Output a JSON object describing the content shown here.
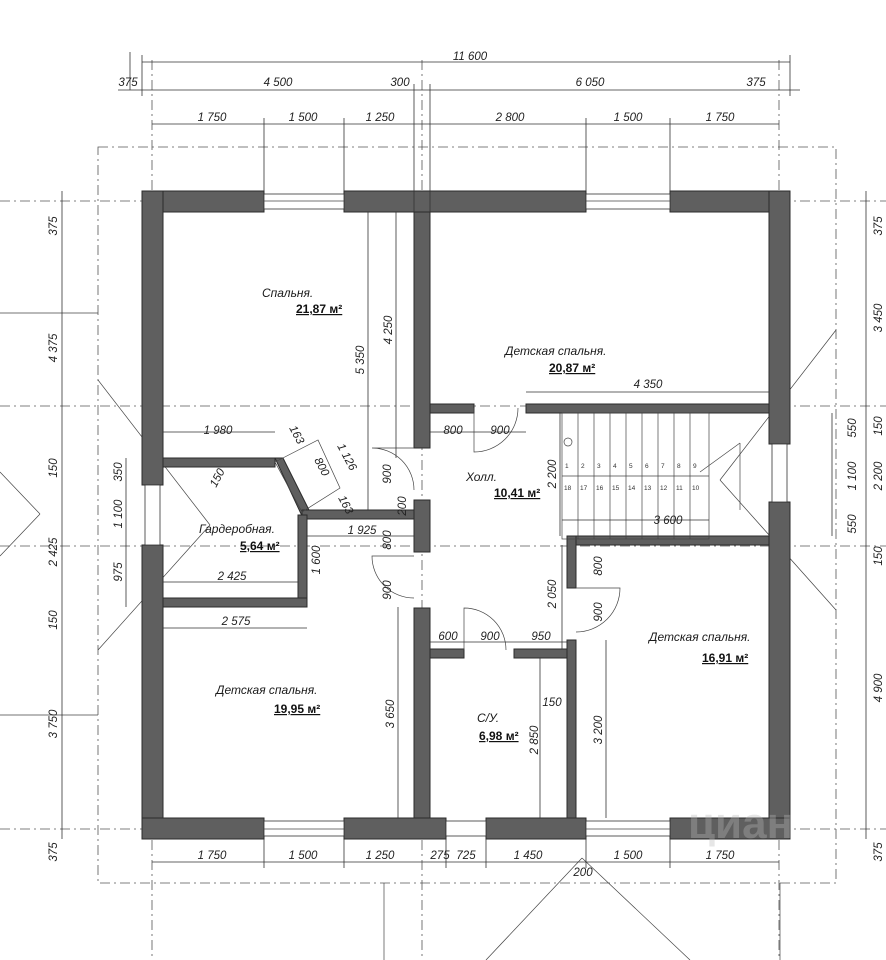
{
  "rooms": [
    {
      "key": "bedroom_master",
      "name": "Спальня.",
      "area": "21,87 м²"
    },
    {
      "key": "kids_top",
      "name": "Детская спальня.",
      "area": "20,87 м²"
    },
    {
      "key": "hall",
      "name": "Холл.",
      "area": "10,41 м²"
    },
    {
      "key": "wardrobe",
      "name": "Гардеробная.",
      "area": "5,64 м²"
    },
    {
      "key": "kids_right",
      "name": "Детская спальня.",
      "area": "16,91 м²"
    },
    {
      "key": "kids_bottom",
      "name": "Детская спальня.",
      "area": "19,95 м²"
    },
    {
      "key": "bath",
      "name": "С/У.",
      "area": "6,98 м²"
    }
  ],
  "dims": {
    "total": "11 600",
    "top_row": [
      "375",
      "4 500",
      "300",
      "6 050",
      "375"
    ],
    "top_sub": [
      "1 750",
      "1 500",
      "1 250",
      "2 800",
      "1 500",
      "1 750"
    ],
    "bottom_sub": [
      "1 750",
      "1 500",
      "1 250",
      "275",
      "725",
      "1 450",
      "1 500",
      "1 750"
    ],
    "bottom_extra": "200",
    "left_outer": [
      "375",
      "4 375",
      "150",
      "2 425",
      "150",
      "3 750",
      "375"
    ],
    "left_inner": [
      "350",
      "1 100",
      "975"
    ],
    "right_outer": [
      "375",
      "3 450",
      "150",
      "2 200",
      "150",
      "4 900",
      "375"
    ],
    "right_inner": [
      "550",
      "1 100",
      "550"
    ],
    "interior": {
      "d1980": "1 980",
      "d163a": "163",
      "d126": "1 126",
      "d800w": "800",
      "d163b": "163",
      "d150w": "150",
      "d5350": "5 350",
      "d4250": "4 250",
      "d4350": "4 350",
      "d800h": "800",
      "d900h": "900",
      "d900door": "900",
      "d200": "200",
      "d2200": "2 200",
      "d1925": "1 925",
      "d800v": "800",
      "d1600": "1 600",
      "d2425": "2 425",
      "d2575": "2 575",
      "d900d2": "900",
      "d3600": "3 600",
      "d800r": "800",
      "d900r": "900",
      "d2050": "2 050",
      "d600": "600",
      "d900b": "900",
      "d950": "950",
      "d150b": "150",
      "d2850": "2 850",
      "d3650": "3 650",
      "d3200": "3 200"
    },
    "stairs_top": [
      "1",
      "2",
      "3",
      "4",
      "5",
      "6",
      "7",
      "8",
      "9"
    ],
    "stairs_bottom": [
      "18",
      "17",
      "16",
      "15",
      "14",
      "13",
      "12",
      "11",
      "10"
    ]
  },
  "watermark": "циан"
}
